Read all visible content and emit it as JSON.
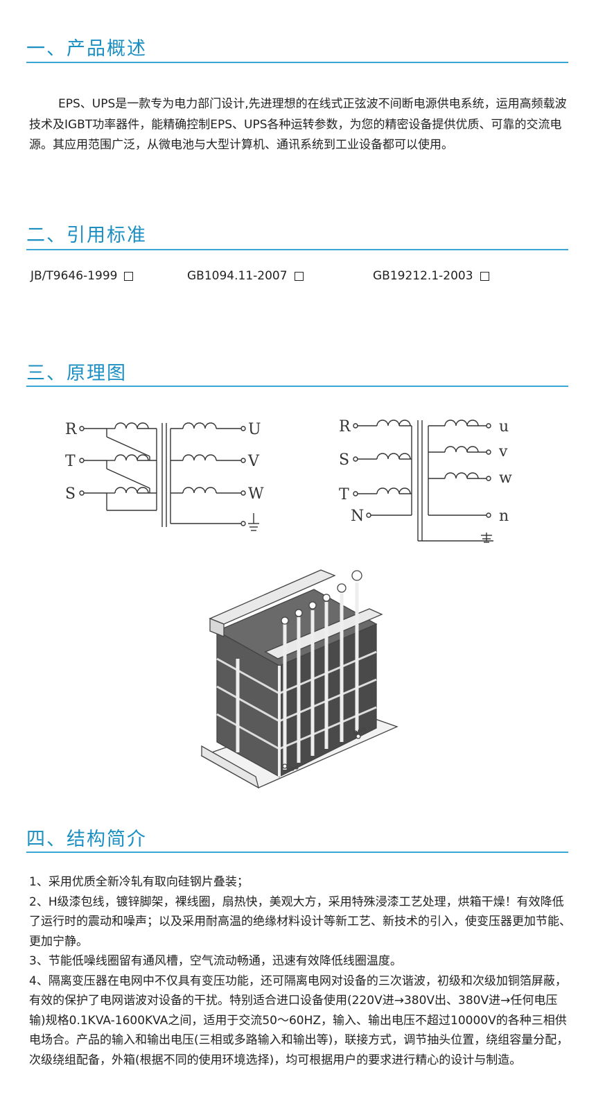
{
  "sections": {
    "overview": {
      "title": "一、产品概述"
    },
    "standards": {
      "title": "二、引用标准"
    },
    "diagram": {
      "title": "三、原理图"
    },
    "structure": {
      "title": "四、结构简介"
    }
  },
  "overview_text": "EPS、UPS是一款专为电力部门设计,先进理想的在线式正弦波不间断电源供电系统，运用高频载波技术及IGBT功率器件，能精确控制EPS、UPS各种运转参数，为您的精密设备提供优质、可靠的交流电源。其应用范围广泛，从微电池与大型计算机、通讯系统到工业设备都可以使用。",
  "standards_list": [
    "JB/T9646-1999",
    "GB1094.11-2007",
    "GB19212.1-2003"
  ],
  "left_diagram": {
    "inputs": [
      "R",
      "T",
      "S"
    ],
    "outputs": [
      "U",
      "V",
      "W"
    ]
  },
  "right_diagram": {
    "inputs": [
      "R",
      "S",
      "T",
      "N"
    ],
    "outputs": [
      "u",
      "v",
      "w",
      "n"
    ]
  },
  "structure_items": [
    "1、采用优质全新冷轧有取向硅钢片叠装；",
    "2、H级漆包线，镀锌脚架，裸线圈，扇热快，美观大方，采用特殊浸漆工艺处理，烘箱干燥！有效降低了运行时的震动和噪声；以及采用耐高温的绝缘材料设计等新工艺、新技术的引入，使变压器更加节能、更加宁静。",
    "3、节能低噪线圈留有通风槽，空气流动畅通，迅速有效降低线圈温度。",
    "4、隔离变压器在电网中不仅具有变压功能，还可隔离电网对设备的三次谐波，初级和次级加铜箔屏蔽，有效的保护了电网谐波对设备的干扰。特别适合进口设备使用(220V进→380V出、380V进→任何电压输)规格0.1KVA-1600KVA之间，适用于交流50～60HZ，输入、输出电压不超过10000V的各种三相供电场合。产品的输入和输出电压(三相或多路输入和输出等)，联接方式，调节抽头位置，绕组容量分配，次级绕组配备，外箱(根据不同的使用环境选择)，均可根据用户的要求进行精心的设计与制造。"
  ],
  "colors": {
    "accent": "#1c8fc2",
    "rule": "#3aa6d6",
    "text": "#222222"
  }
}
